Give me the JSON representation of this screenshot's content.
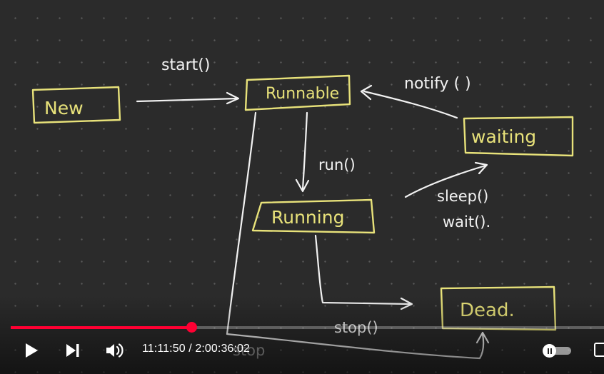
{
  "diagram": {
    "nodes": {
      "new": "New",
      "runnable": "Runnable",
      "running": "Running",
      "waiting": "waiting",
      "dead": "Dead."
    },
    "edge_labels": {
      "start": "start()",
      "run": "run()",
      "notify": "notify ( )",
      "sleep": "sleep()",
      "wait": "wait().",
      "stop_running": "stop()",
      "stop_runnable": "stop"
    },
    "colors": {
      "node_outline": "#e8e27a",
      "ink": "#f2f2f2",
      "background": "#2b2b2b"
    }
  },
  "player": {
    "current_time": "11:11:50",
    "separator": " / ",
    "duration": "2:00:36",
    "time_overlap_fragment": ":02",
    "progress_fraction": 0.305,
    "accent_color": "#ff0033",
    "icons": {
      "play": "play-icon",
      "next": "next-icon",
      "volume": "volume-icon",
      "autoplay": "autoplay-toggle-icon",
      "captions": "captions-icon"
    }
  }
}
